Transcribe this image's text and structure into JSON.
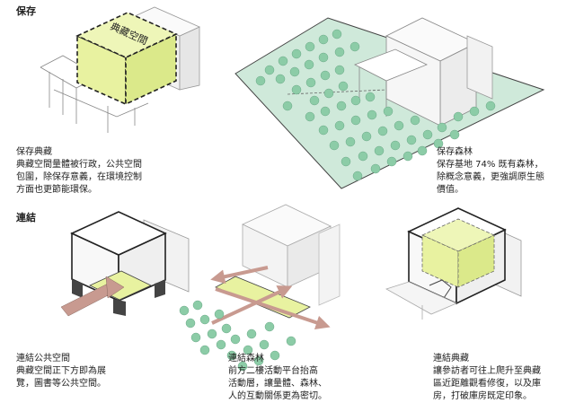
{
  "sections": {
    "preserve": "保存",
    "connect": "連結"
  },
  "captions": {
    "collection_preserve": {
      "title": "保存典藏",
      "lines": [
        "典藏空間量體被行政，公共空間",
        "包圍，除保存意義，在環境控制",
        "方面也更節能環保。"
      ]
    },
    "forest_preserve": {
      "title": "保存森林",
      "lines": [
        "保存基地 74% 既有森林，",
        "除概念意義，更強調原生態",
        "價值。"
      ]
    },
    "public_connect": {
      "title": "連結公共空間",
      "lines": [
        "典藏空間正下方即為展",
        "覽，圖書等公共空間。"
      ]
    },
    "forest_connect": {
      "title": "連結森林",
      "lines": [
        "前方二樓活動平台抬高",
        "活動層，讓量體、森林、",
        "人的互動關係更為密切。"
      ]
    },
    "collection_connect": {
      "title": "連結典藏",
      "lines": [
        "讓參訪者可往上爬升至典藏",
        "區近距離觀看修復，以及庫",
        "房，打破庫房既定印象。"
      ]
    }
  },
  "diagram_labels": {
    "collection_box": "典藏空間"
  },
  "colors": {
    "accent_yellow": "#e8f2a0",
    "forest_green": "#b9dfc9",
    "tree_green": "#8ccca7",
    "arrow": "#c89a90"
  }
}
